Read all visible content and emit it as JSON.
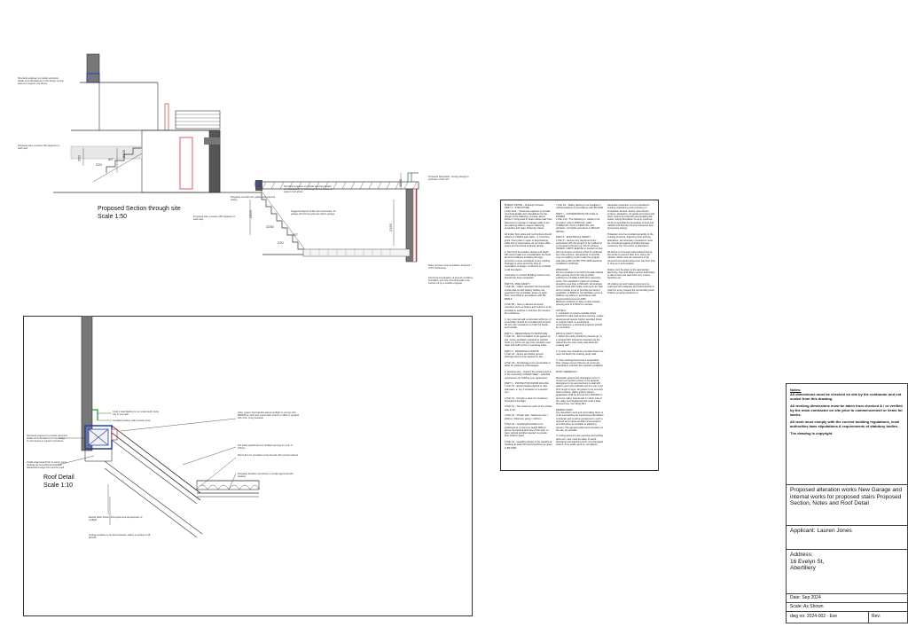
{
  "drawing": {
    "section_title": "Proposed Section through site",
    "section_scale": "Scale 1:50",
    "roof_title": "Roof Detail",
    "roof_scale": "Scale 1:10"
  },
  "section_annotations": {
    "left1": "Structural engineer to provide structural details and calculations for the design of new beams to support roof above",
    "left2": "Proposed stair, crescent 150 stepped run each step",
    "right1": "Proposed balustrade / fencing design to perimeter of flat roof",
    "mid1": "Structural engineer to provide structural details and calculations for the design of new beams to support roof above",
    "mid2": "Proposed new flat roof, glazed and external ceiling",
    "lower1": "Proposed stair, crescent 150 stepped run each step",
    "lower2": "Suggested layout of flat roof construction for garage with boxing and new wall to garage",
    "lower3": "Make provision strip foundation designed / 2.5% (Ordinance)",
    "lower4": "Structural investigation of ground conditions, foundation and new structural walls to be carried out by a suitable engineer"
  },
  "dimensions": {
    "d1": "200",
    "d2": "220",
    "d3": "40°",
    "d4": "2100",
    "d5": "2550",
    "d6": "2250",
    "d7": "220",
    "d8": "2190",
    "d9": "1000",
    "d10": "40°"
  },
  "roof_annotations": {
    "r1": "Code 4 lead flashing to run underneath cavity tray in new wall",
    "r2": "Insulated existing walls at lower level",
    "r3": "Structural engineer to provide structural details and calculations for the design of new beams to support roof above",
    "r4": "Profile edge bead finish to corner joints replicate as conventional standard plasterboard edge trims and be used",
    "r5": "Velux system fixed double glazed rooflight to comply with BS6399 for wind and snow loads, fixed to a 150mm upstand with 4 No. fixing brackets",
    "r6": "Felt sided applied around rooflight opening to a min of 150mm",
    "r7": "50mm flexi air circulation cross formed with counter battens",
    "r8": "Proposed breather membrane or similar approved with clearing",
    "r9": "Double rafter timber / lintel joists around perimeter of rooflight",
    "r10": "Ceiling insulation to be fitted between rafters to achieve 0.18 W/m2K"
  },
  "notes": {
    "col1": "B REGS NOTES - 16 Evelyn Terrace\nPART A - STRUCTURE\n1 Part A1/2 – Structural engineer to provide structural details and calculations for the design of the following: a) beam above kitchen / living area b) beam above stair from basement to garage c) Garage walls to act as retaining walls to support adjoining properties and raise 16 Evelyn Street.\n\nAll timber floor joists and roof timbers should adhere to TRADA span table - 3. First floor joists. Floor joists in span of fixed bearing walls and or steel beams as per these table spans and structural engineer design.\n\n2. Part A1/2 Foundation design and depth will need to take into consideration the local ground conditions including soil type, proximity to trees and depth of any existing drainage in close proximity. Due to uncertainty of design, contractor to consider a raft foundation.\n\nContractor to contact Building Control once trial pit has been excavated\n\nPART B - FIRE SAFETY\n1 Part B1 – Mains operated interconnected smoke alarms with battery backup are required in the circulation areas on each floor, to be fitted in accordance with BS 5839-6.\n\n2 Part B3 – New or altered structural members such as beams and columns to be encased to achieve a minimum 30 minutes' fire resistance.\n\n3. Any external wall constructed within 1m of a boundary should be provided with at least 30 mins fire resistance on both the inside and outside.\n\nPART C - RESISTANCE TO MOISTURE\n1 Part C2 - Roof ventilation to be agreed on site. Cross ventilation required to pitched roofs e.g. 10mm air gap over insulation and ridge and soffit vents on opposing sides.\n\nPART H - DRAINAGE & WASTE\n1 Part H1 - Above and below ground drainage layout to be agreed on site.\n\n2 Part H3 - All drainage to be serviceable to allow for clearance of blockages.\n\n3. General note - check if the existing pipe is in the ownership of Welsh Water - potential requirement for building over agreement.\n\nPART K - PROTECTION FROM FALLING\n1 Part K1 - Equal treads required to new staircase i.e. any 3 windows on a quarter turn.\n\n2 Part K1 - Provide a clear 2m headroom throughout the flight.\n\n3 Part K1 - The maximum pitch of the private stair is 42°.\n\n4 Part K1 - Private stair - Maximum rise = 220mm / Minimum going = 220mm.\n\n5 Part K2 - Guarding/Handrails to be positioned at a minimum height 900mm above the landing/pitch line of the stair, to have vertical spindles spaced no greater than 100mm apart.\n\n6 Part K2 - Guarding design to be capable of resisting at least the horizontal force as given in BS 6180.",
    "col2": "7 Part K4 - Safety glazing to be installed in critical locations in accordance with BS 6206.\n\nPART L - CONSERVATION OF FUEL & POWER\n1 Part L1b - The following U- values to be provided: roofs 0.15W/m2K, walls 0.18W/m2K, floors 0.18W/m2K, and windows, roof lights and doors 1.4W/m2K (Whole).\n\nPART P - ELECTRICAL SAFETY\n1 Part P – Ensure any electrical works associated with this project to be notified by a Competent Person e.g. Part P scheme (NICEIC, NAPIT, ELECSA or similar) so that the homeowner receives a Part P certificate from this scheme. Homeowner to provide copy to building control make the original safe along with the BS 7671:2008 electrical installation certificate.\n\nWINDOWS\nAll new windows to be UPVC Double Glazed with opening vents the size of which sufficient to ventilate 1/20th floor area they serve. The standard U value for windows should be less than 2.0W/m2K. All windows must be fitted with trickle vents such as Titon and or similar so as to provide permanent ventilation of 8000mm sq habitable rooms & 4000mm sq others in accordance with Approved Document F 2006.\nBedroom windows to have a clear escape opening size of 0.33m2 for escape.\n\nLINTELS\n1. Contractor to ensure suitable lintels specified to take load across opening. Larger openings will require higher specified lintels to support loads. In exceptional circumstances, a structural engineer should be consulted.\n\nDPCS & CAVITY TRAYS\n1. Either the cavity should be opened up, or a vertical DPC should be inserted into the wall where the new cavity wall abuts the existing wall.\n\n2. A cavity tray should be provided where the new roof abuts the existing cavity wall.\n\n3. If the existing house has a suspended floor, please ensure that any air vents are extended to maintain the required ventilation.\n\nROOF GENERALLY\n\nRainwater gutters and downpipes to be ½ round upvc section (colour to be agreed), downpipes to be secured back to wall with pattern upvc pipe brackets set at a min 2 per 3mtr length of pipe. All gutters to be secured back to fascia. Valley gutters (where applicable) shall be formed from 300x25mm and over valley boards laid on either side of the valley and weathered with code 4 lead dressed over roof tilting fillet.\n\nDEMOLITIONS\nAny demolition work and roof pulling down is to be executed by an experienced demolition contractor and must be carried out in such a manner as to cause as little inconvenience and disruption as possible to adjoining owners. The general public and occupiers of the site, as possible.\n\nIn cutting away for new openings and pulling down etc, care must be taken to avoid damaging and adjoining work. Any damaged work is to be made good on completion.",
    "col3": "Adequate protection is to be provided to existing maintaining and removing on completion all dust, debris, dust sheets, screens, tarpaulins, vis guttes and pipes and other means of protecting and isolating the works, during demolition so as to minimise as far as possible the spreading of dust and rubbish and thereby the inconvenience and annoyance arising.\n\nProtection is to be provided generally to the existing structure, adjoining work and any alterations; all necessary precautions must be considered against possible damage caused by the new works or alterations.\n\nAll debris is to be kept well watered during the works to prevent dust from rising. All rubbish, debris and old material is to be removed and carted away from site from time to time as it accumulates.\n\nNotice must be given to the appropriate Electricity, Gas and Water service authorities to disconnect and seal down any meters. Switches etc.\n\nAll making out and making good is to be executed with materials and workmanship to match in every respect the surrounding work shall be properly bonded to it."
  },
  "titleblock": {
    "notes_heading": "Notes:",
    "notes1": "All dimensions must be checked on site by the contractor and not scaled from this drawing.",
    "notes2": "All working dimensions must be taken from checked & / or verified by the main contractor on site prior to commencement or items for works.",
    "notes3": "All work must comply with the current building regulations, local authorities laws stipulations & requirements of statutory bodies.",
    "notes4": "The drawing is copyright",
    "project": "Proposed alteration works New Garage and internal works for proposed stairs Proposed Section, Notes and Roof Detail",
    "applicant": "Applicant: Lauren Jones",
    "address_label": "Address:",
    "address_line1": "16 Evelyn St,",
    "address_line2": "Abertillery",
    "date": "Date: Sep 2024",
    "scale": "Scale: As Shown",
    "dwg": "dwg no: 2024-002 - Eve",
    "rev": "Rev:"
  },
  "colors": {
    "accent_red": "#d9534f",
    "accent_blue": "#1f3fbf",
    "accent_green": "#1a9a2a",
    "line": "#333333"
  }
}
